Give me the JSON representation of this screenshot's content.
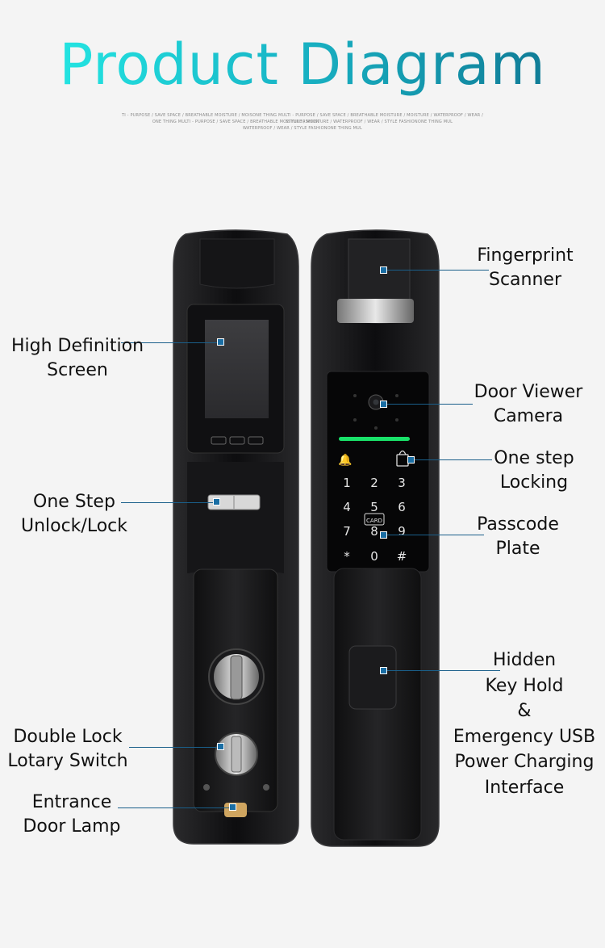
{
  "title": "Product Diagram",
  "tagline": [
    "TI - PURPOSE / SAVE SPACE / BREATHABLE MOISTURE / MOISONE THING MULTI - PURPOSE / SAVE SPACE / BREATHABLE MOISTURE / MOISTURE / WATERPROOF / WEAR / STYLE FASHION",
    "ONE THING MULTI - PURPOSE / SAVE SPACE / BREATHABLE MOISTURE / MOISTURE / WATERPROOF / WEAR / STYLE FASHIONONE THING MUL",
    "WATERPROOF / WEAR / STYLE FASHIONONE THING MUL"
  ],
  "labels": {
    "hd_screen": [
      "High Definition",
      "Screen"
    ],
    "one_step_unlock": [
      "One Step",
      "Unlock/Lock"
    ],
    "double_lock": [
      "Double Lock",
      "Lotary Switch"
    ],
    "entrance_lamp": [
      "Entrance",
      "Door Lamp"
    ],
    "fingerprint": [
      "Fingerprint",
      "Scanner"
    ],
    "door_viewer": [
      "Door Viewer",
      "Camera"
    ],
    "one_step_locking": [
      "One step",
      "Locking"
    ],
    "passcode": [
      "Passcode",
      "Plate"
    ],
    "hidden_key": [
      "Hidden",
      "Key Hold",
      "&",
      "Emergency USB",
      "Power Charging",
      "Interface"
    ]
  },
  "keypad": {
    "keys": [
      "1",
      "2",
      "3",
      "4",
      "5",
      "6",
      "7",
      "8",
      "9",
      "*",
      "0",
      "#"
    ],
    "card_label": "CARD"
  }
}
